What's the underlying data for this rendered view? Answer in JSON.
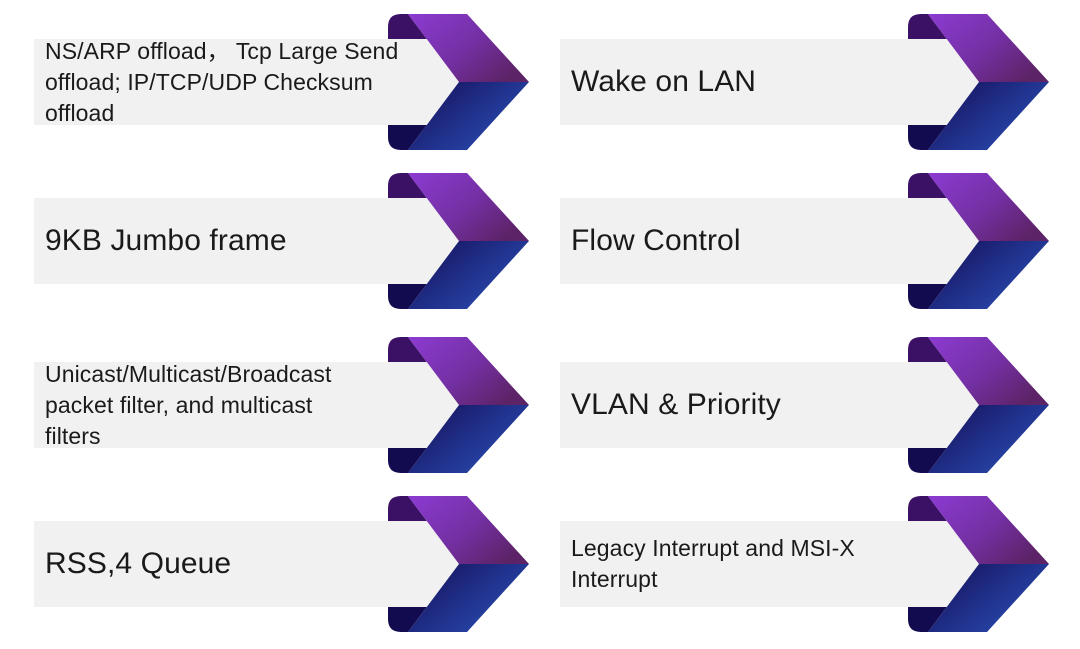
{
  "slide": {
    "background": "#ffffff",
    "description": "NIC feature list slide, two columns of gray bars with ribbon chevron arrows"
  },
  "colors": {
    "bar_bg": "#f1f1f2",
    "text": "#1a1a1a",
    "fold_purple": "#3b1165",
    "fold_navy": "#130b50",
    "purple_bright": "#8c3bd2",
    "purple_mid": "#7430a4",
    "purple_dark": "#5c2366",
    "navy_dark": "#171058",
    "blue_mid": "#20318c",
    "blue_bright": "#2c4fb4"
  },
  "icons": {
    "arrow_style": "ribbon-chevron-right"
  },
  "features": {
    "left": [
      {
        "lines": [
          "NS/ARP offload， Tcp Large Send",
          "offload; IP/TCP/UDP Checksum",
          "offload"
        ]
      },
      {
        "lines": [
          "9KB Jumbo frame"
        ]
      },
      {
        "lines": [
          "Unicast/Multicast/Broadcast",
          "packet filter, and multicast",
          "filters"
        ]
      },
      {
        "lines": [
          "RSS,4 Queue"
        ]
      }
    ],
    "right": [
      {
        "lines": [
          "Wake on LAN"
        ]
      },
      {
        "lines": [
          "Flow Control"
        ]
      },
      {
        "lines": [
          "VLAN & Priority"
        ]
      },
      {
        "lines": [
          "Legacy Interrupt and MSI-X",
          "Interrupt"
        ]
      }
    ]
  }
}
